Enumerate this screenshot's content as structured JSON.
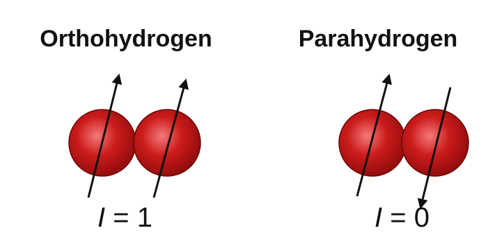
{
  "ortho": {
    "title": "Orthohydrogen",
    "spin_symbol": "I",
    "spin_equals": " = ",
    "spin_value": "1",
    "spin_orientation": "parallel"
  },
  "para": {
    "title": "Parahydrogen",
    "spin_symbol": "I",
    "spin_equals": " = ",
    "spin_value": "0",
    "spin_orientation": "antiparallel"
  },
  "colors": {
    "atom_dark": "#8c0a0a",
    "atom_mid": "#cc1c1c",
    "atom_light": "#f47a7a",
    "arrow": "#111111"
  }
}
